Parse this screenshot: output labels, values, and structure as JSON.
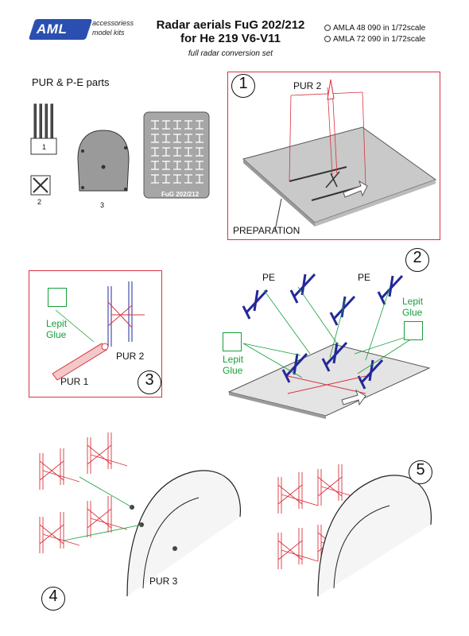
{
  "header": {
    "logo_text": "AML",
    "logo_sub1": "accessoriess",
    "logo_sub2": "model kits",
    "title_line1": "Radar aerials FuG 202/212",
    "title_line2": "for He 219 V6-V11",
    "subtitle": "full radar conversion set",
    "catalog": [
      {
        "text": "AMLA 48 090 in 1/72scale"
      },
      {
        "text": "AMLA 72 090 in 1/72scale"
      }
    ]
  },
  "parts": {
    "title": "PUR & P-E parts",
    "part1_label": "1",
    "part2_label": "2",
    "part3_label": "3",
    "pe_fret_label": "FuG 202/212"
  },
  "steps": {
    "s1": {
      "number": "1",
      "pur_label": "PUR 2",
      "preparation_label": "PREPARATION"
    },
    "s2": {
      "number": "2",
      "pe_left": "PE",
      "pe_right": "PE",
      "glue_left1": "Lepit",
      "glue_left2": "Glue",
      "glue_right1": "Lepit",
      "glue_right2": "Glue"
    },
    "s3": {
      "number": "3",
      "glue1": "Lepit",
      "glue2": "Glue",
      "pur1": "PUR 1",
      "pur2": "PUR 2"
    },
    "s4": {
      "number": "4",
      "pur3": "PUR 3"
    },
    "s5": {
      "number": "5"
    }
  },
  "colors": {
    "red": "#d9333f",
    "green": "#169f3a",
    "blue": "#23289a",
    "brand": "#2a4fb0"
  }
}
